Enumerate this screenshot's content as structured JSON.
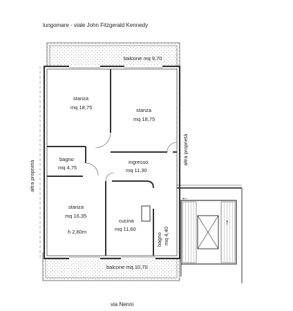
{
  "header": {
    "street_top": "lungomare - viale John Fitzgerald  Kennedy",
    "street_bottom": "via Nenni"
  },
  "rooms": [
    {
      "name": "stanza",
      "area": "mq 18,75"
    },
    {
      "name": "stanza",
      "area": "mq 18,75"
    },
    {
      "name": "bagno",
      "area": "mq 4,75"
    },
    {
      "name": "ingresso",
      "area": "mq 11,30"
    },
    {
      "name": "stanza",
      "area": "mq 16,35"
    },
    {
      "name": "cucina",
      "area": "mq 11,60"
    },
    {
      "name": "bagno",
      "area": "mq 4,40"
    }
  ],
  "height_note": "h 2,60m",
  "balconies": {
    "top": "balcone mq 9,70",
    "bottom": "balcone mq 10,70"
  },
  "neighbours": {
    "left": "altra proprietà",
    "right": "altra proprietà"
  },
  "entrance_arrow": "←",
  "stair_arrow": "↑"
}
